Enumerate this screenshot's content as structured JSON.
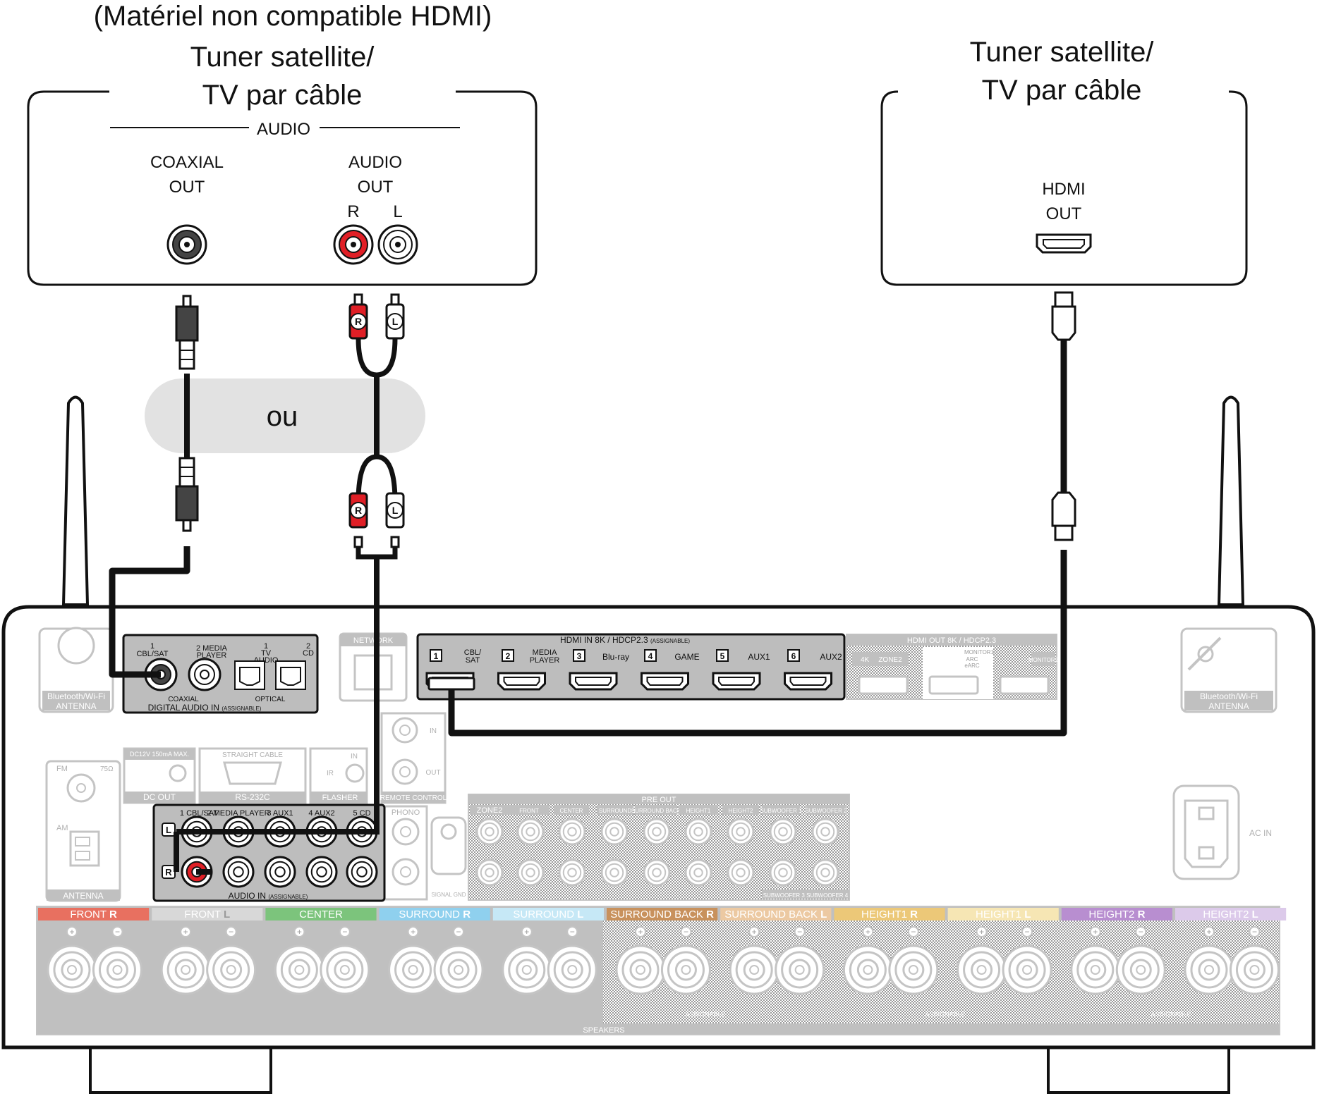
{
  "left_device": {
    "title_line1": "(Matériel non compatible HDMI)",
    "title_line2": "Tuner satellite/",
    "title_line3": "TV par câble",
    "audio_header": "AUDIO",
    "coaxial_line1": "COAXIAL",
    "coaxial_line2": "OUT",
    "audio_out_line1": "AUDIO",
    "audio_out_line2": "OUT",
    "r_label": "R",
    "l_label": "L"
  },
  "right_device": {
    "title_line1": "Tuner satellite/",
    "title_line2": "TV par câble",
    "hdmi_line1": "HDMI",
    "hdmi_line2": "OUT"
  },
  "ou_label": "ou",
  "plug_r": "R",
  "plug_l": "L",
  "receiver": {
    "bt_wifi_line1": "Bluetooth/Wi-Fi",
    "bt_wifi_line2": "ANTENNA",
    "digital_audio": {
      "in_1_num": "1",
      "in_1": "CBL/SAT",
      "in_2": "2 MEDIA",
      "in_2b": "PLAYER",
      "in_tv_num": "1",
      "in_tv": "TV",
      "in_tv_b": "AUDIO",
      "in_cd_num": "2",
      "in_cd": "CD",
      "coaxial": "COAXIAL",
      "optical": "OPTICAL",
      "footer": "DIGITAL AUDIO IN",
      "footer_small": "(ASSIGNABLE)"
    },
    "network": "NETWORK",
    "hdmi_in": {
      "header": "HDMI IN",
      "spec": "8K / HDCP2.3",
      "spec_small": "(ASSIGNABLE)",
      "inputs": [
        {
          "num": "1",
          "label": "CBL/",
          "label2": "SAT"
        },
        {
          "num": "2",
          "label": "MEDIA",
          "label2": "PLAYER"
        },
        {
          "num": "3",
          "label": "Blu-ray",
          "label2": ""
        },
        {
          "num": "4",
          "label": "GAME",
          "label2": ""
        },
        {
          "num": "5",
          "label": "AUX1",
          "label2": ""
        },
        {
          "num": "6",
          "label": "AUX2",
          "label2": ""
        }
      ]
    },
    "hdmi_out": {
      "header": "HDMI OUT  8K / HDCP2.3",
      "zone2": "ZONE2",
      "k4": "4K",
      "monitor1": "MONITOR1",
      "arc": "ARC",
      "earc": "eARC",
      "monitor2": "MONITOR2"
    },
    "fm": "FM",
    "ohm": "75Ω",
    "am": "AM",
    "antenna": "ANTENNA",
    "dc_rating": "DC12V 150mA MAX.",
    "dc_out": "DC OUT",
    "straight_cable": "STRAIGHT CABLE",
    "rs232c": "RS-232C",
    "in_label": "IN",
    "ir_label": "IR",
    "flasher": "FLASHER",
    "remote_control": "REMOTE CONTROL",
    "out_label": "OUT",
    "phono": "PHONO",
    "signal_gnd": "SIGNAL GND",
    "analog_audio": {
      "labels": [
        "1 CBL/SAT",
        "2 MEDIA PLAYER",
        "3 AUX1",
        "4 AUX2",
        "5 CD"
      ],
      "l_badge": "L",
      "r_badge": "R",
      "footer": "AUDIO IN",
      "footer_small": "(ASSIGNABLE)"
    },
    "pre_out": {
      "header": "PRE OUT",
      "zone2": "ZONE2",
      "channels": [
        "FRONT",
        "CENTER",
        "SURROUND",
        "SURROUND BACK",
        "HEIGHT1",
        "HEIGHT2",
        "SUBWOOFER 1",
        "SUBWOOFER 2"
      ],
      "sub_bottom": "SUBWOOFER 3  SUBWOOFER 4"
    },
    "ac_in": "AC IN",
    "speakers": {
      "footer": "SPEAKERS",
      "assignable": "ASSIGNABLE",
      "channels": [
        {
          "label": "FRONT",
          "side": "R",
          "color": "#e87060"
        },
        {
          "label": "FRONT",
          "side": "L",
          "color": "#d8d8d8"
        },
        {
          "label": "CENTER",
          "side": "",
          "color": "#7cc47c"
        },
        {
          "label": "SURROUND",
          "side": "R",
          "color": "#8fd0ee"
        },
        {
          "label": "SURROUND",
          "side": "L",
          "color": "#c6e8f6"
        },
        {
          "label": "SURROUND BACK",
          "side": "R",
          "color": "#c8915c"
        },
        {
          "label": "SURROUND BACK",
          "side": "L",
          "color": "#ecc9a2"
        },
        {
          "label": "HEIGHT1",
          "side": "R",
          "color": "#ecc878"
        },
        {
          "label": "HEIGHT1",
          "side": "L",
          "color": "#f6e6b4"
        },
        {
          "label": "HEIGHT2",
          "side": "R",
          "color": "#b88ed0"
        },
        {
          "label": "HEIGHT2",
          "side": "L",
          "color": "#dccaea"
        }
      ]
    }
  },
  "colors": {
    "red_jack": "#e01f26",
    "cable": "#111111",
    "receiver_gray": "#b8b8b8",
    "ou_bg": "#e2e2e2"
  }
}
